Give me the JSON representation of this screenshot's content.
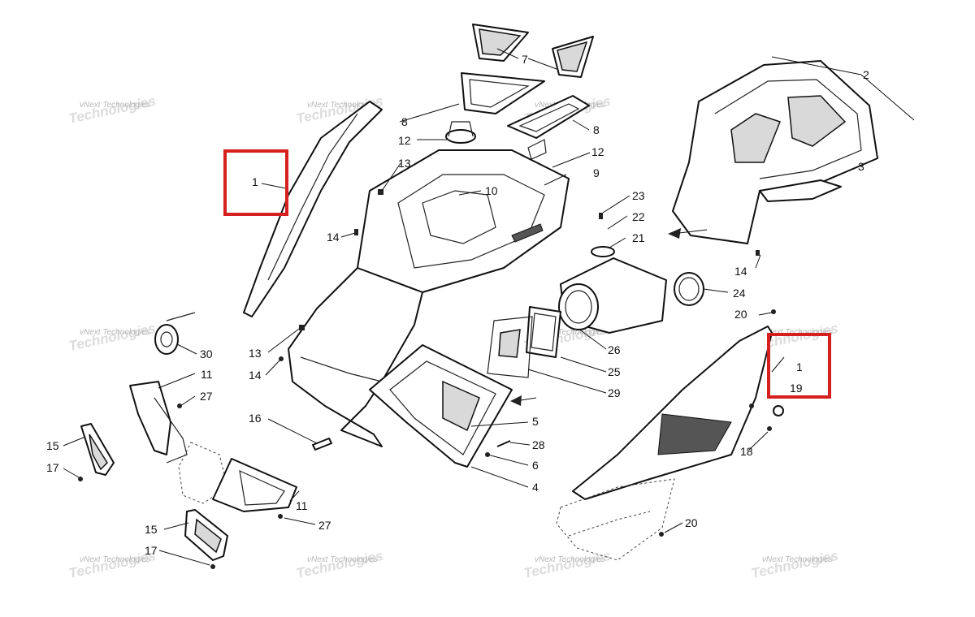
{
  "watermark": {
    "line1": "vNext Technologies",
    "line2": "Technologies"
  },
  "callouts": [
    {
      "id": "c1a",
      "label": "1"
    },
    {
      "id": "c1b",
      "label": "1"
    },
    {
      "id": "c2",
      "label": "2"
    },
    {
      "id": "c3",
      "label": "3"
    },
    {
      "id": "c4",
      "label": "4"
    },
    {
      "id": "c5",
      "label": "5"
    },
    {
      "id": "c6",
      "label": "6"
    },
    {
      "id": "c7",
      "label": "7"
    },
    {
      "id": "c8a",
      "label": "8"
    },
    {
      "id": "c8b",
      "label": "8"
    },
    {
      "id": "c9",
      "label": "9"
    },
    {
      "id": "c10",
      "label": "10"
    },
    {
      "id": "c11a",
      "label": "11"
    },
    {
      "id": "c11b",
      "label": "11"
    },
    {
      "id": "c12a",
      "label": "12"
    },
    {
      "id": "c12b",
      "label": "12"
    },
    {
      "id": "c13a",
      "label": "13"
    },
    {
      "id": "c13b",
      "label": "13"
    },
    {
      "id": "c14a",
      "label": "14"
    },
    {
      "id": "c14b",
      "label": "14"
    },
    {
      "id": "c14c",
      "label": "14"
    },
    {
      "id": "c15a",
      "label": "15"
    },
    {
      "id": "c15b",
      "label": "15"
    },
    {
      "id": "c16",
      "label": "16"
    },
    {
      "id": "c17a",
      "label": "17"
    },
    {
      "id": "c17b",
      "label": "17"
    },
    {
      "id": "c18",
      "label": "18"
    },
    {
      "id": "c19",
      "label": "19"
    },
    {
      "id": "c20a",
      "label": "20"
    },
    {
      "id": "c20b",
      "label": "20"
    },
    {
      "id": "c21",
      "label": "21"
    },
    {
      "id": "c22",
      "label": "22"
    },
    {
      "id": "c23",
      "label": "23"
    },
    {
      "id": "c24",
      "label": "24"
    },
    {
      "id": "c25",
      "label": "25"
    },
    {
      "id": "c26",
      "label": "26"
    },
    {
      "id": "c27a",
      "label": "27"
    },
    {
      "id": "c27b",
      "label": "27"
    },
    {
      "id": "c28",
      "label": "28"
    },
    {
      "id": "c29",
      "label": "29"
    },
    {
      "id": "c30",
      "label": "30"
    }
  ],
  "highlight_color": "#d62020"
}
